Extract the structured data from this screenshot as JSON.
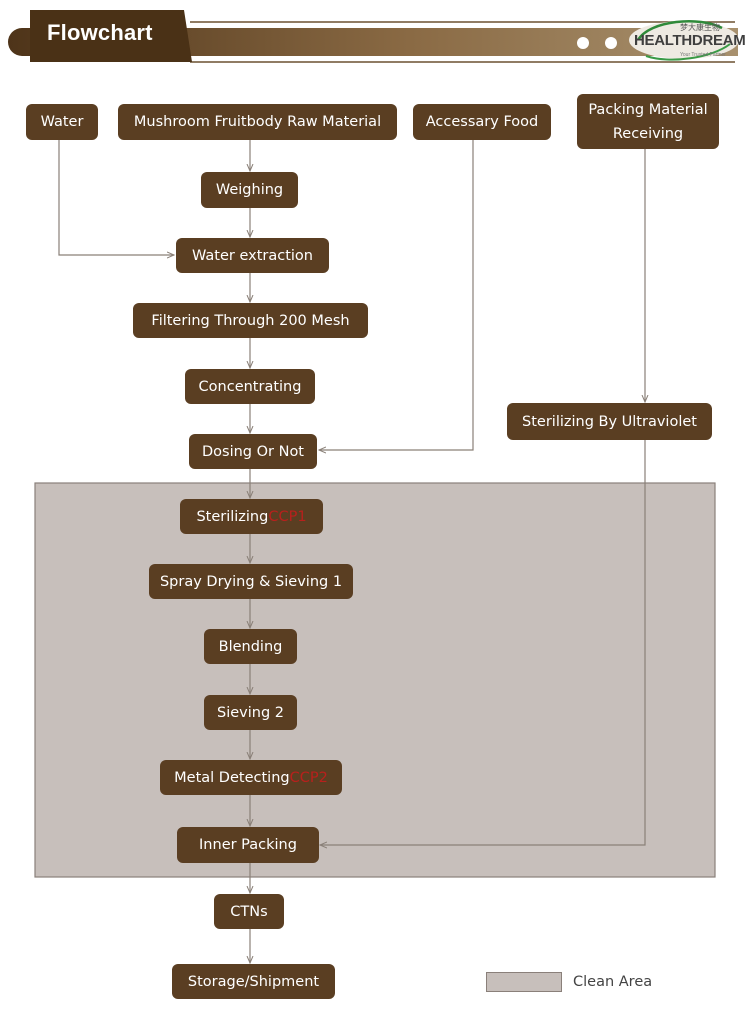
{
  "header": {
    "title": "Flowchart",
    "logo_text": "HEALTHDREAM",
    "logo_chinese": "梦大康生物",
    "logo_tagline": "Your Trusted Partner"
  },
  "nodes": {
    "water": "Water",
    "raw_material": "Mushroom Fruitbody Raw Material",
    "accessary_food": "Accessary Food",
    "packing_material": "Packing Material Receiving",
    "weighing": "Weighing",
    "water_extraction": "Water extraction",
    "filtering": "Filtering Through 200 Mesh",
    "concentrating": "Concentrating",
    "dosing": "Dosing Or Not",
    "uv_sterilizing": "Sterilizing By Ultraviolet",
    "sterilizing": "Sterilizing ",
    "sterilizing_ccp": "CCP1",
    "spray_drying": "Spray Drying & Sieving 1",
    "blending": "Blending",
    "sieving2": "Sieving 2",
    "metal_detecting": "Metal Detecting ",
    "metal_detecting_ccp": "CCP2",
    "inner_packing": "Inner Packing",
    "ctns": "CTNs",
    "storage": "Storage/Shipment"
  },
  "legend": {
    "clean_area": "Clean Area"
  },
  "colors": {
    "node_fill": "#5a3e22",
    "ccp_text": "#b8201c",
    "clean_area": "#c7bfbb",
    "connector": "#8a8078",
    "banner_dark": "#5a3e22"
  }
}
